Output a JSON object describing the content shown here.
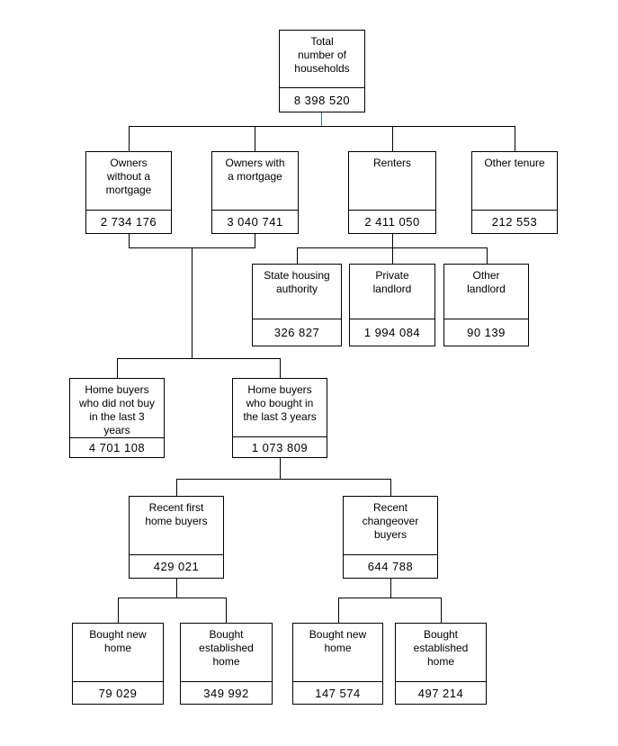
{
  "diagram": {
    "colors": {
      "line": "#000000",
      "root_connector": "#41719C",
      "background": "#ffffff"
    },
    "nodes": {
      "total": {
        "label": "Total\nnumber of\nhouseholds",
        "value": "8 398 520"
      },
      "owners_without": {
        "label": "Owners\nwithout a\nmortgage",
        "value": "2 734 176"
      },
      "owners_with": {
        "label": "Owners with\na mortgage",
        "value": "3 040 741"
      },
      "renters": {
        "label": "Renters",
        "value": "2 411 050"
      },
      "other_tenure": {
        "label": "Other tenure",
        "value": "212 553"
      },
      "state_housing": {
        "label": "State housing\nauthority",
        "value": "326 827"
      },
      "private_landlord": {
        "label": "Private\nlandlord",
        "value": "1 994 084"
      },
      "other_landlord": {
        "label": "Other\nlandlord",
        "value": "90 139"
      },
      "not_recent_buyers": {
        "label": "Home buyers\nwho did not buy\nin the last 3\nyears",
        "value": "4 701 108"
      },
      "recent_buyers": {
        "label": "Home buyers\nwho bought in\nthe last 3 years",
        "value": "1 073 809"
      },
      "first_home_buyers": {
        "label": "Recent first\nhome buyers",
        "value": "429 021"
      },
      "changeover_buyers": {
        "label": "Recent\nchangeover\nbuyers",
        "value": "644 788"
      },
      "first_new": {
        "label": "Bought new\nhome",
        "value": "79 029"
      },
      "first_established": {
        "label": "Bought\nestablished\nhome",
        "value": "349 992"
      },
      "changeover_new": {
        "label": "Bought new\nhome",
        "value": "147 574"
      },
      "changeover_established": {
        "label": "Bought\nestablished\nhome",
        "value": "497 214"
      }
    }
  }
}
